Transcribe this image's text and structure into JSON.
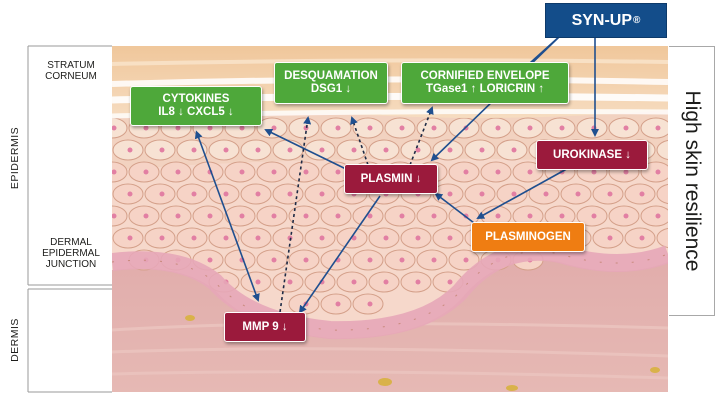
{
  "brand": {
    "name": "SYN-UP",
    "mark": "®"
  },
  "side_labels": {
    "stratum_corneum": "STRATUM CORNEUM",
    "epidermis": "EPIDERMIS",
    "dej": "DERMAL EPIDERMAL JUNCTION",
    "dermis": "DERMIS"
  },
  "right_label": "High skin resilience",
  "boxes": {
    "cytokines": {
      "line1": "CYTOKINES",
      "line2": "IL8 ↓  CXCL5 ↓"
    },
    "desquamation": {
      "line1": "DESQUAMATION",
      "line2": "DSG1 ↓"
    },
    "cornified": {
      "line1": "CORNIFIED ENVELOPE",
      "line2": "TGase1 ↑  LORICRIN ↑"
    },
    "urokinase": {
      "line1": "UROKINASE ↓"
    },
    "plasmin": {
      "line1": "PLASMIN ↓"
    },
    "plasminogen": {
      "line1": "PLASMINOGEN"
    },
    "mmp9": {
      "line1": "MMP 9  ↓"
    }
  },
  "colors": {
    "green": "#4ea83a",
    "red": "#9b1a3c",
    "orange": "#ef7d12",
    "brand_blue": "#134d8a",
    "arrow_blue": "#1f4f8f"
  }
}
